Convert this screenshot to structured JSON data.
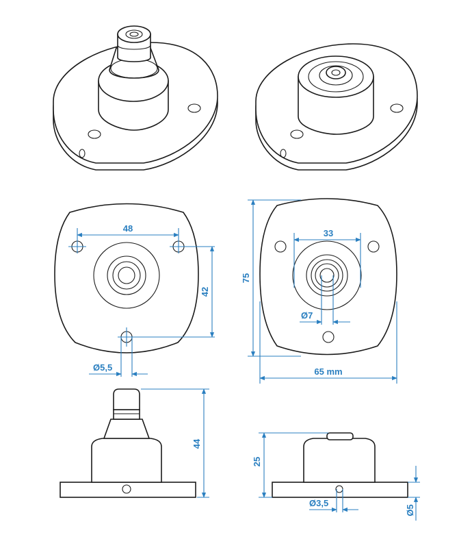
{
  "colors": {
    "outline": "#1a1a1a",
    "dimension": "#2a7fc0",
    "background": "#ffffff"
  },
  "dimensions": {
    "hole_spacing_front": "48",
    "height_front": "42",
    "small_hole_dia": "Ø5,5",
    "hole_spacing_back": "33",
    "overall_height": "75",
    "inner_dia": "Ø7",
    "overall_width": "65 mm",
    "side_height_front": "44",
    "side_height_back": "25",
    "side_hole_dia": "Ø3,5",
    "plate_thickness": "Ø5"
  }
}
